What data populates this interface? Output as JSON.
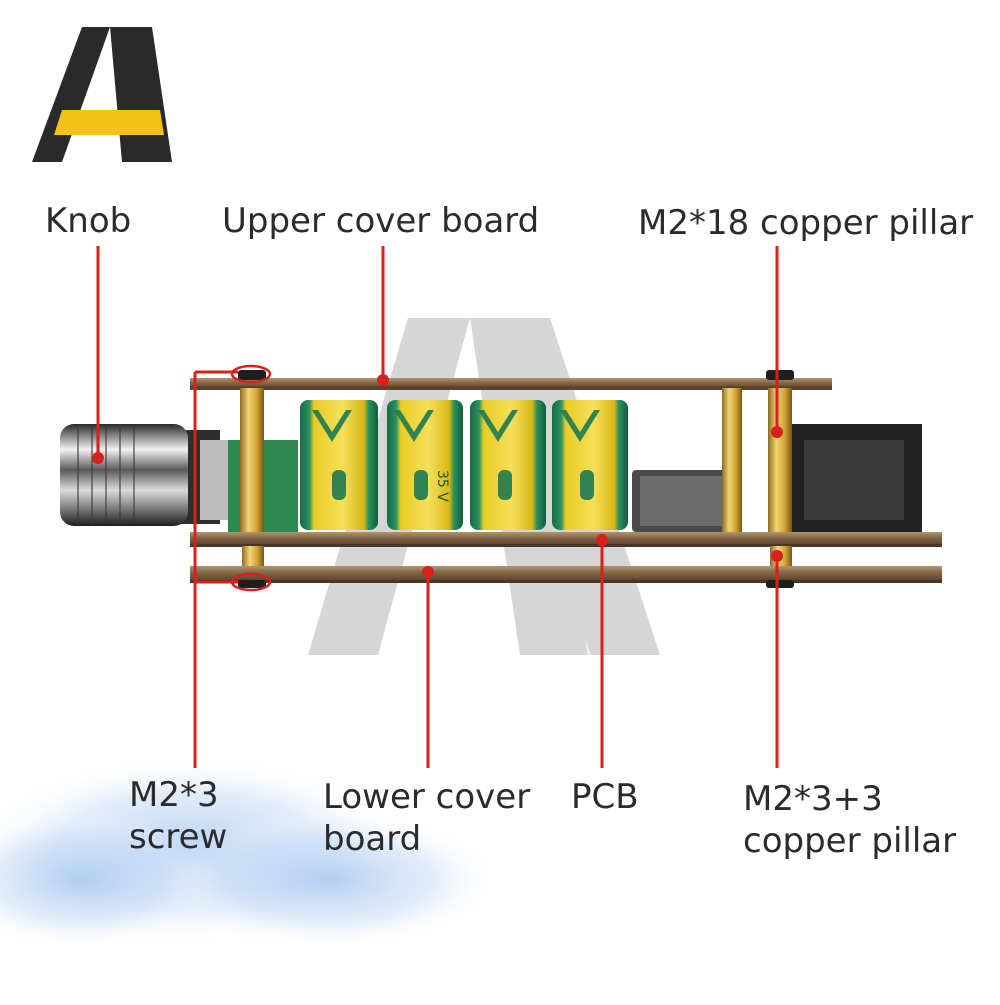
{
  "labels": {
    "knob": "Knob",
    "upper_cover_board": "Upper cover board",
    "m2_18_pillar": "M2*18 copper pillar",
    "m2_3_screw": [
      "M2*3",
      "screw"
    ],
    "lower_cover_board": [
      "Lower cover",
      "board"
    ],
    "pcb": "PCB",
    "m2_3_3_pillar": [
      "M2*3+3",
      "copper pillar"
    ]
  },
  "capacitor_marking": "35 V",
  "colors": {
    "callout_line": "#d8201c",
    "label_text": "#2b2b2b",
    "logo_dark": "#2a2a2a",
    "logo_accent": "#f6c21a",
    "board": "#8b6d4c",
    "capacitor_sleeve": "#e3c21c",
    "capacitor_stripe": "#1d7b52",
    "pillar": "#d6a935"
  },
  "icons": [
    "brand-logo-icon",
    "watermark-logo-icon"
  ]
}
